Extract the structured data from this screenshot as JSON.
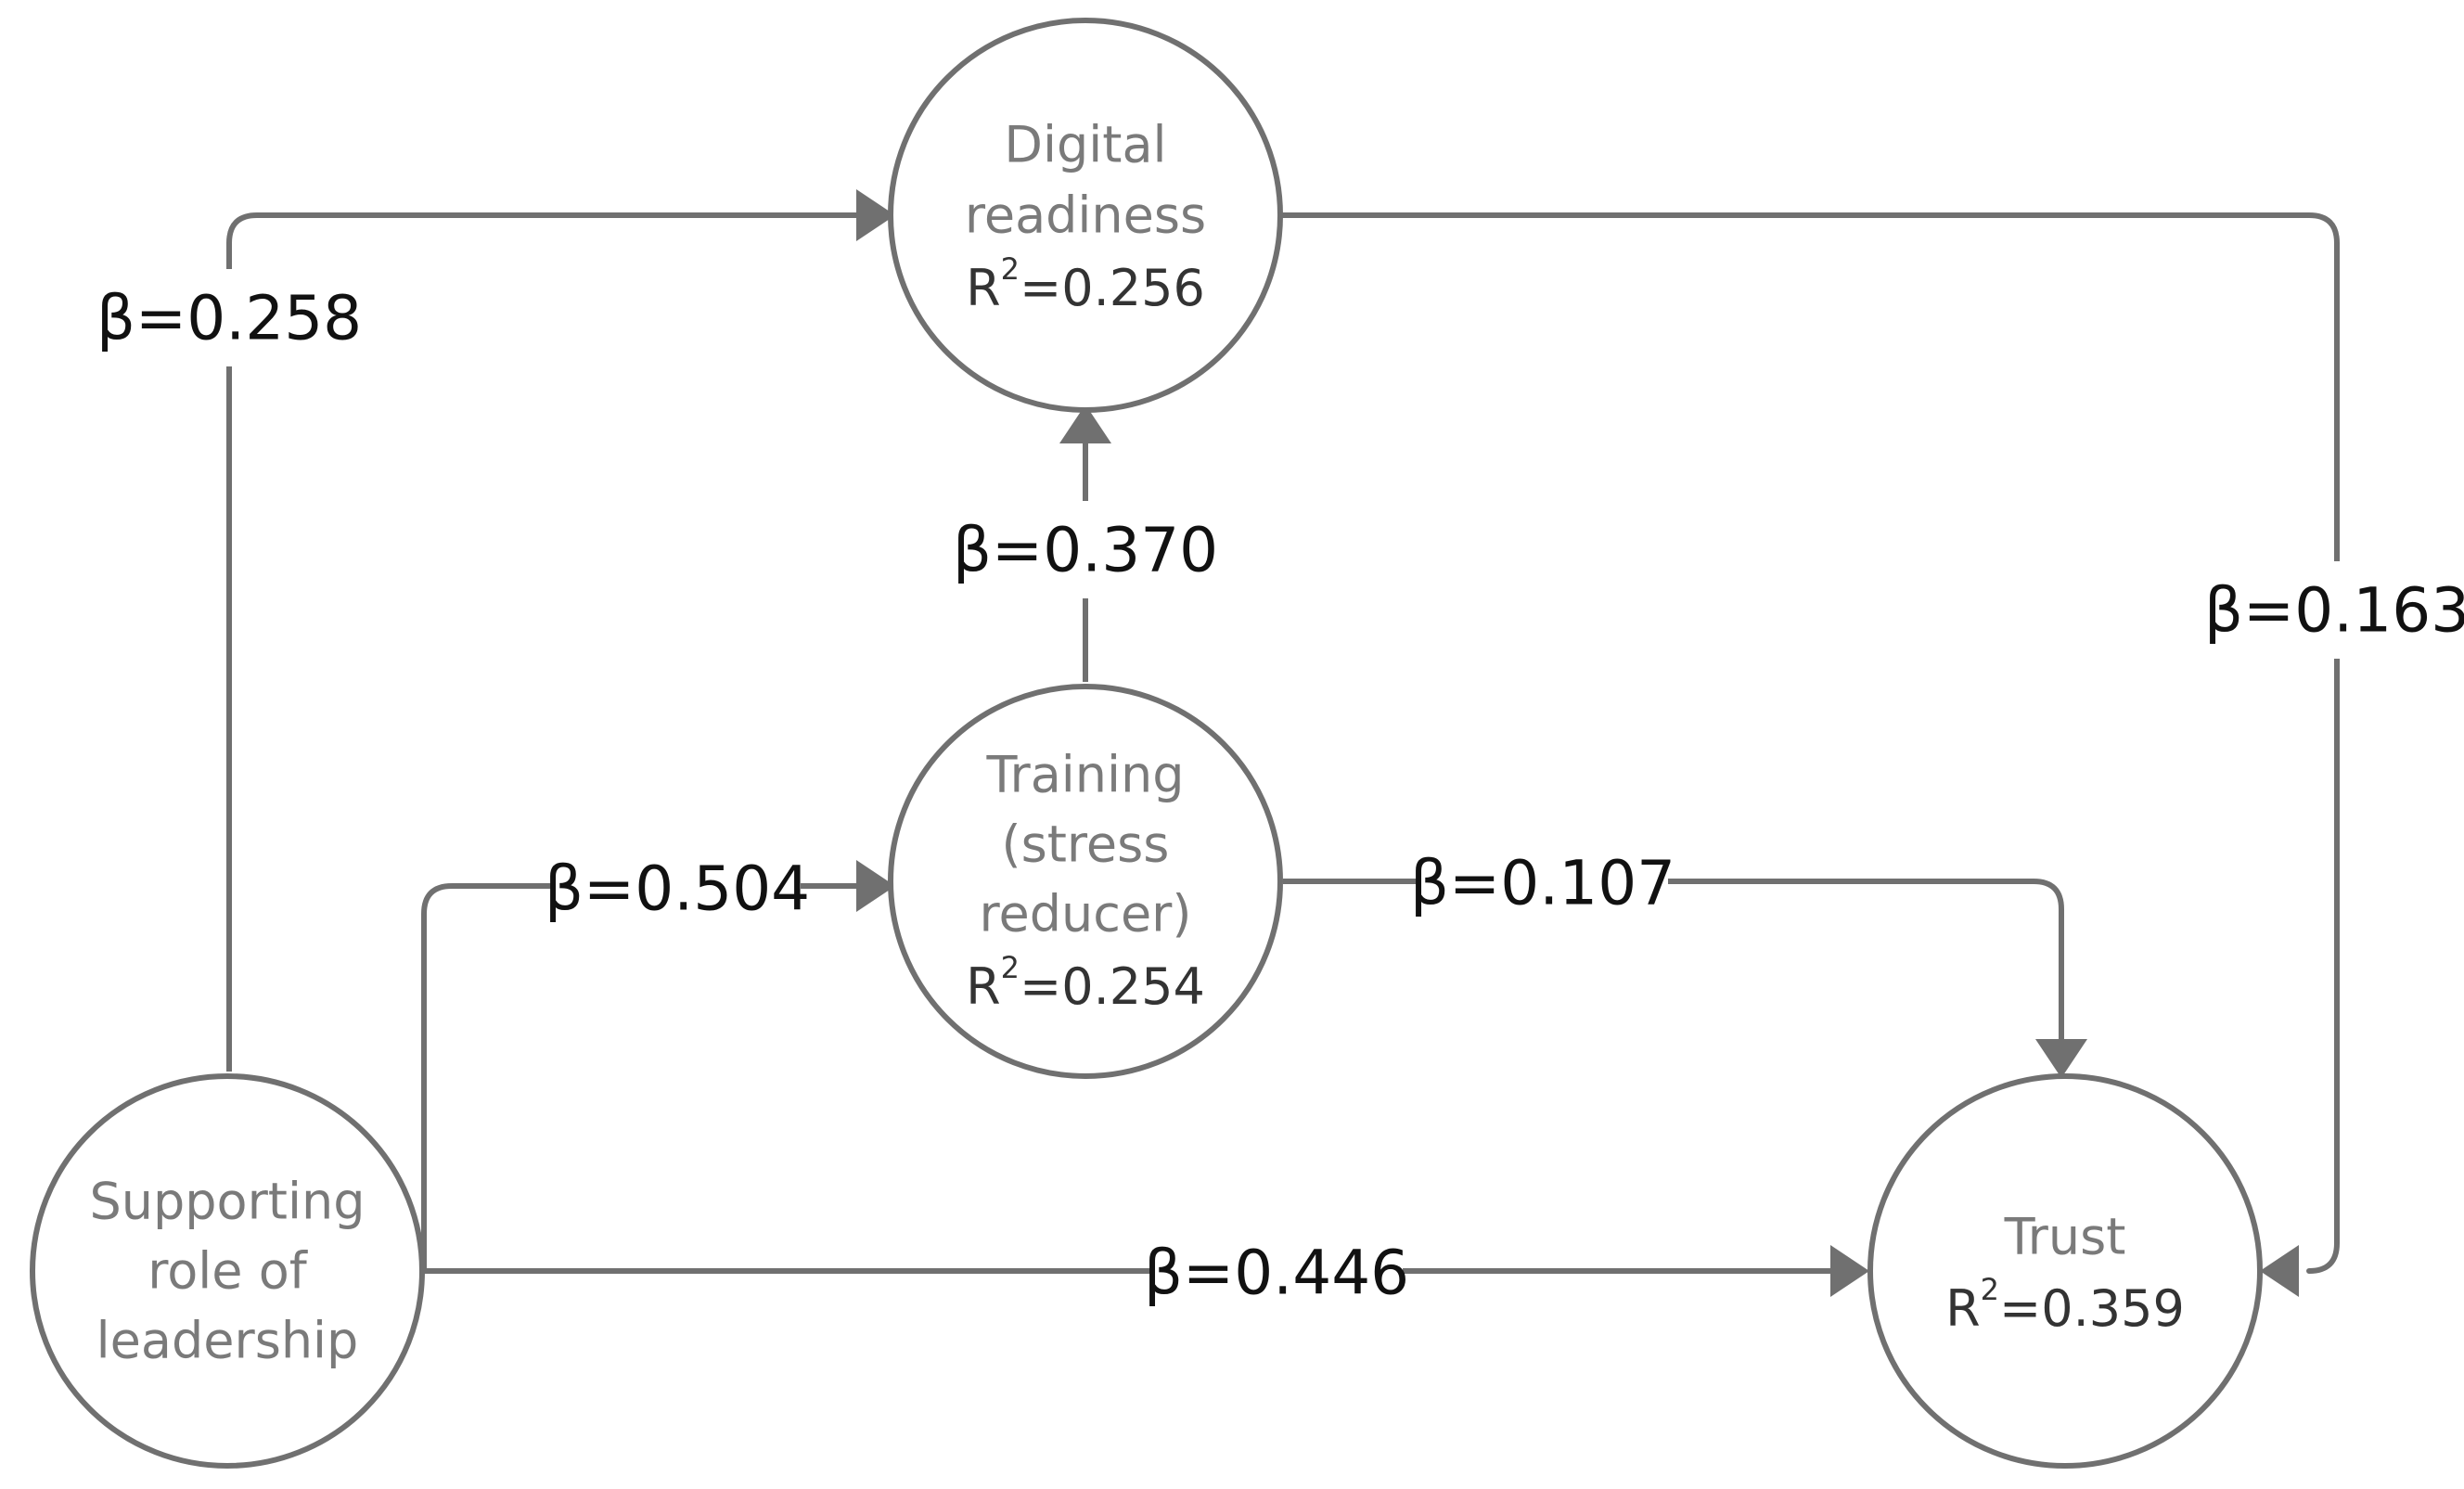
{
  "nodes": {
    "digital_readiness": {
      "lines": [
        "Digital",
        "readiness"
      ],
      "r2_label": "R",
      "r2_sup": "2",
      "r2_value": "=0.256"
    },
    "training": {
      "lines": [
        "Training",
        "(stress",
        "reducer)"
      ],
      "r2_label": "R",
      "r2_sup": "2",
      "r2_value": "=0.254"
    },
    "supporting_leadership": {
      "lines": [
        "Supporting",
        "role of",
        "leadership"
      ]
    },
    "trust": {
      "lines": [
        "Trust"
      ],
      "r2_label": "R",
      "r2_sup": "2",
      "r2_value": "=0.359"
    }
  },
  "paths": {
    "leadership_to_digital": "β=0.258",
    "training_to_digital": "β=0.370",
    "digital_to_trust": "β=0.163",
    "leadership_to_training": "β=0.504",
    "training_to_trust": "β=0.107",
    "leadership_to_trust": "β=0.446"
  },
  "colors": {
    "stroke": "#707070",
    "node_text": "#7a7a7a",
    "coefficient_text": "#111111"
  }
}
